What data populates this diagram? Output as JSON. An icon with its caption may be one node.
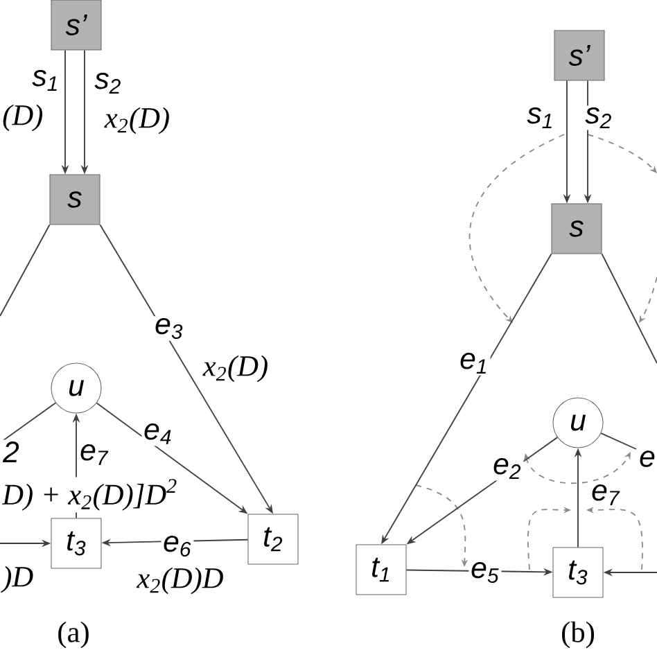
{
  "diagram": {
    "nodes": [
      {
        "text": [
          "s’"
        ]
      },
      {
        "text": [
          "s"
        ]
      },
      {
        "text": [
          "u"
        ]
      },
      {
        "text": [
          "t$_{3}$"
        ]
      },
      {
        "text": [
          "t$_{2}$"
        ]
      },
      {
        "text": [
          "s’"
        ]
      },
      {
        "text": [
          "s"
        ]
      },
      {
        "text": [
          "u"
        ]
      },
      {
        "text": [
          "t$_{1}$"
        ]
      },
      {
        "text": [
          "t$_{3}$"
        ]
      }
    ],
    "edges": [
      {
        "from": 0,
        "to": 1,
        "arrow": "to",
        "label": "s$_{1}$"
      },
      {
        "from": 0,
        "to": 1,
        "arrow": "to",
        "label": "s$_{2}$"
      },
      {
        "from": 1,
        "to": null,
        "arrow": "none"
      },
      {
        "from": 1,
        "to": 4,
        "arrow": "to",
        "label": "e$_{3}$"
      },
      {
        "from": 2,
        "to": null,
        "arrow": "none",
        "label": "2"
      },
      {
        "from": 2,
        "to": 4,
        "arrow": "to",
        "label": "e$_{4}$"
      },
      {
        "from": 3,
        "to": 2,
        "arrow": "to",
        "label": "e$_{7}$"
      },
      {
        "from": 4,
        "to": 3,
        "arrow": "to",
        "label": "e$_{6}$"
      },
      {
        "from": null,
        "to": 3,
        "arrow": "to"
      },
      {
        "from": 5,
        "to": 6,
        "arrow": "to",
        "label": "s$_{1}$"
      },
      {
        "from": 5,
        "to": 6,
        "arrow": "to",
        "label": "s$_{2}$"
      },
      {
        "from": 6,
        "to": 8,
        "arrow": "to",
        "label": "e$_{1}$"
      },
      {
        "from": 6,
        "to": null,
        "arrow": "none"
      },
      {
        "from": 7,
        "to": 8,
        "arrow": "to",
        "label": "e$_{2}$"
      },
      {
        "from": 7,
        "to": null,
        "arrow": "none",
        "label": "e"
      },
      {
        "from": 9,
        "to": 7,
        "arrow": "to",
        "label": "e$_{7}$"
      },
      {
        "from": 8,
        "to": 9,
        "arrow": "to",
        "label": "e$_{5}$"
      },
      {
        "from": null,
        "to": 9,
        "arrow": "to"
      }
    ],
    "labels": [
      "(D)",
      "x$_{2}$(D)",
      "x$_{2}$(D)",
      "D) + x$_{2}$(D)]D$^{2}$",
      ")D",
      "x$_{2}$(D)D",
      "(a)",
      "(b)"
    ]
  }
}
